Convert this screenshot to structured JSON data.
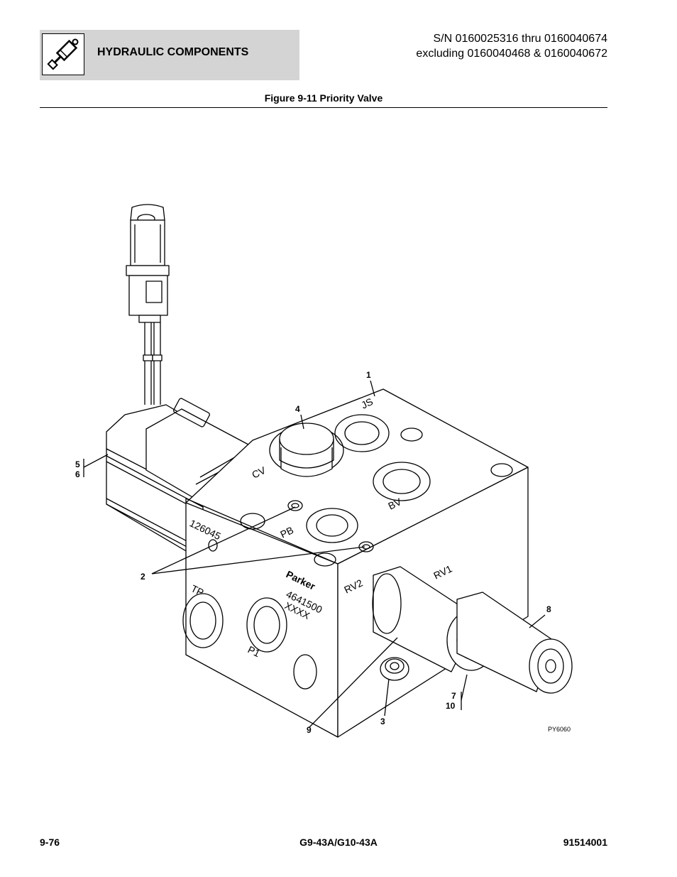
{
  "header": {
    "section_title": "HYDRAULIC COMPONENTS",
    "section_icon": "hydraulic-cylinder-icon",
    "serial_line1": "S/N 0160025316 thru 0160040674",
    "serial_line2": "excluding 0160040468 & 0160040672"
  },
  "figure": {
    "title": "Figure 9-11 Priority Valve",
    "drawing_code": "PY6060",
    "callouts": {
      "c1": "1",
      "c2": "2",
      "c3": "3",
      "c4": "4",
      "c5": "5",
      "c6": "6",
      "c7": "7",
      "c8": "8",
      "c9": "9",
      "c10": "10"
    },
    "port_labels": {
      "js": "JS",
      "cv": "CV",
      "bv": "BV",
      "pb": "PB",
      "tp": "TP",
      "p1": "P1",
      "rv1": "RV1",
      "rv2": "RV2"
    },
    "body_marks": {
      "part_no": "126045",
      "brand": "Parker",
      "model": "4641500",
      "batch": "XXXX"
    }
  },
  "footer": {
    "page_number": "9-76",
    "model": "G9-43A/G10-43A",
    "doc_number": "91514001"
  }
}
